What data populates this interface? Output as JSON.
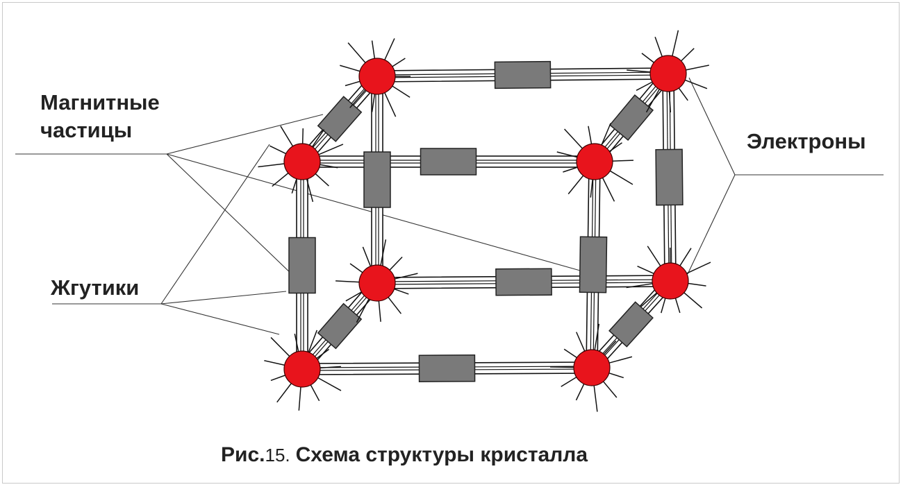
{
  "labels": {
    "magnetic_line1": "Магнитные",
    "magnetic_line2": "частицы",
    "flagella": "Жгутики",
    "electrons": "Электроны"
  },
  "caption": {
    "prefix": "Рис.",
    "number": "15.",
    "text": "Схема структуры кристалла"
  },
  "colors": {
    "node": "#e8141c",
    "block": "#7a7a7a",
    "line": "#111111",
    "text": "#222222"
  }
}
